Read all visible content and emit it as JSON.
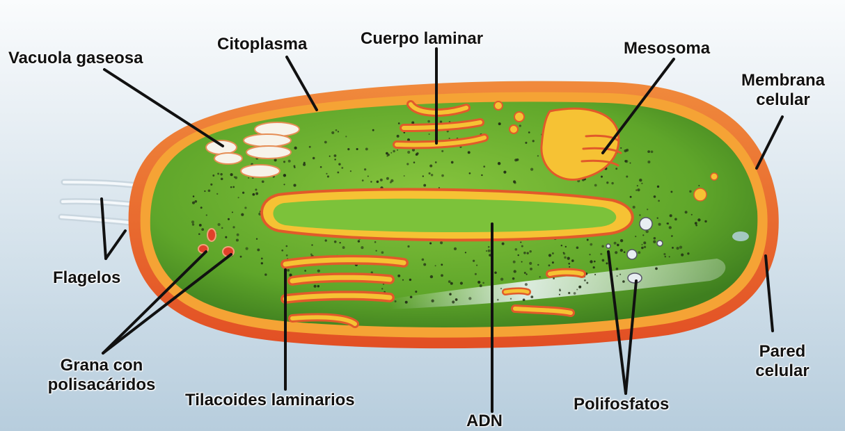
{
  "labels": {
    "vacuola": "Vacuola gaseosa",
    "citoplasma": "Citoplasma",
    "cuerpo_laminar": "Cuerpo laminar",
    "mesosoma": "Mesosoma",
    "membrana": [
      "Membrana",
      "celular"
    ],
    "flagelos": "Flagelos",
    "grana": [
      "Grana con",
      "polisacáridos"
    ],
    "tilacoides": "Tilacoides laminarios",
    "adn": "ADN",
    "polifosfatos": "Polifosfatos",
    "pared": [
      "Pared",
      "celular"
    ]
  },
  "colors": {
    "cytoplasm": "#6fb52c",
    "cell_wall": "#e8572a",
    "membrane": "#f7b52d",
    "dna_core": "#7cc23a",
    "lamellae": "#f6c234",
    "vacuole": "#f7f3ea",
    "granule": "#e0402a",
    "leader_line": "#111111",
    "label_text": "#111111"
  }
}
